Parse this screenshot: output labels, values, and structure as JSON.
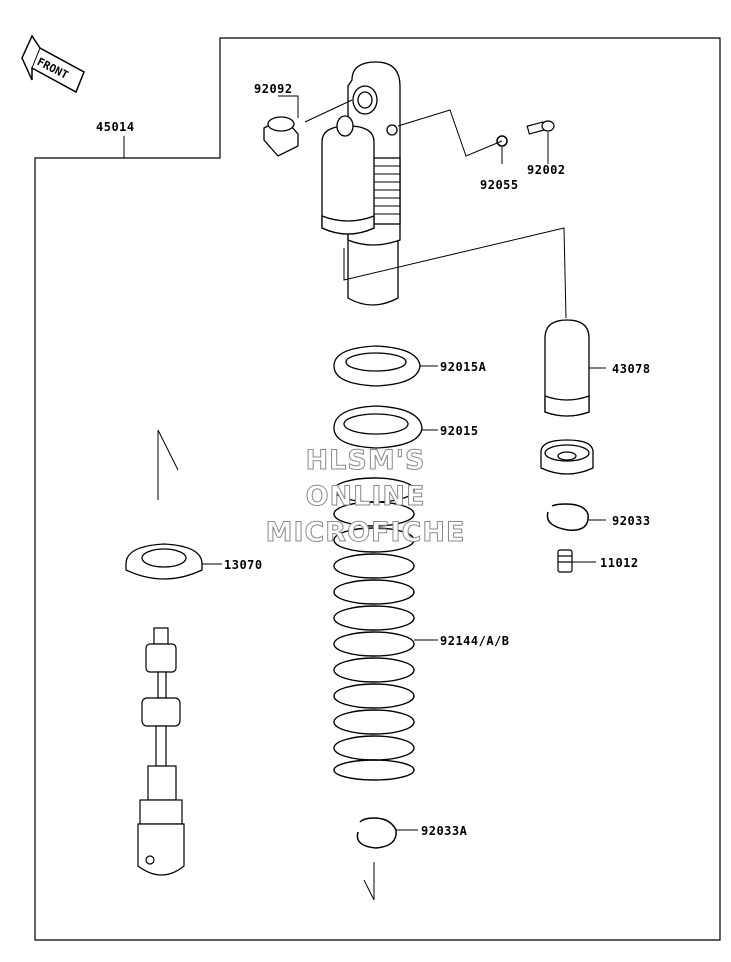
{
  "direction_label": "FRONT",
  "watermark": [
    "HLSM'S",
    "ONLINE",
    "MICROFICHE"
  ],
  "parts": [
    {
      "id": "45014",
      "name": "shock-absorber-assembly"
    },
    {
      "id": "92092",
      "name": "collar"
    },
    {
      "id": "92055",
      "name": "o-ring"
    },
    {
      "id": "92002",
      "name": "bolt"
    },
    {
      "id": "43078",
      "name": "reservoir-bladder"
    },
    {
      "id": "92015A",
      "name": "spring-nut-upper"
    },
    {
      "id": "92015",
      "name": "spring-nut-lower"
    },
    {
      "id": "92033",
      "name": "snap-ring-reservoir"
    },
    {
      "id": "11012",
      "name": "valve-cap"
    },
    {
      "id": "13070",
      "name": "spring-seat"
    },
    {
      "id": "92144/A/B",
      "name": "spring"
    },
    {
      "id": "92033A",
      "name": "snap-ring-lower"
    }
  ]
}
